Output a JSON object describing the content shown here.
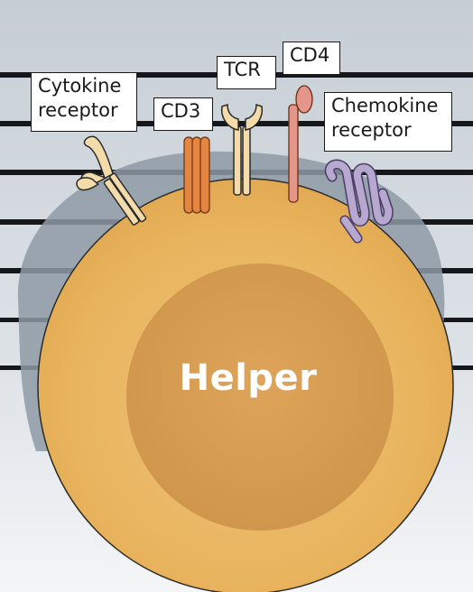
{
  "diagram": {
    "cell_label": "Helper",
    "receptors": [
      {
        "id": "cytokine-receptor",
        "label_lines": [
          "Cytokine",
          "receptor"
        ]
      },
      {
        "id": "cd3",
        "label_lines": [
          "CD3"
        ]
      },
      {
        "id": "tcr",
        "label_lines": [
          "TCR"
        ]
      },
      {
        "id": "cd4",
        "label_lines": [
          "CD4"
        ]
      },
      {
        "id": "chemokine-receptor",
        "label_lines": [
          "Chemokine",
          "receptor"
        ]
      }
    ]
  },
  "colors": {
    "background_top": "#c9d0d6",
    "background_bottom": "#f2f4f6",
    "stripe": "#15171a",
    "shadow": "#8e9aa6",
    "cell_outer": "#e8b45e",
    "cell_inner": "#d39a4e",
    "cytokine_receptor": "#f3dcaa",
    "cd3": "#e48642",
    "tcr": "#f3dcaa",
    "cd4": "#e4968a",
    "chemokine_receptor": "#b7a8cf"
  }
}
